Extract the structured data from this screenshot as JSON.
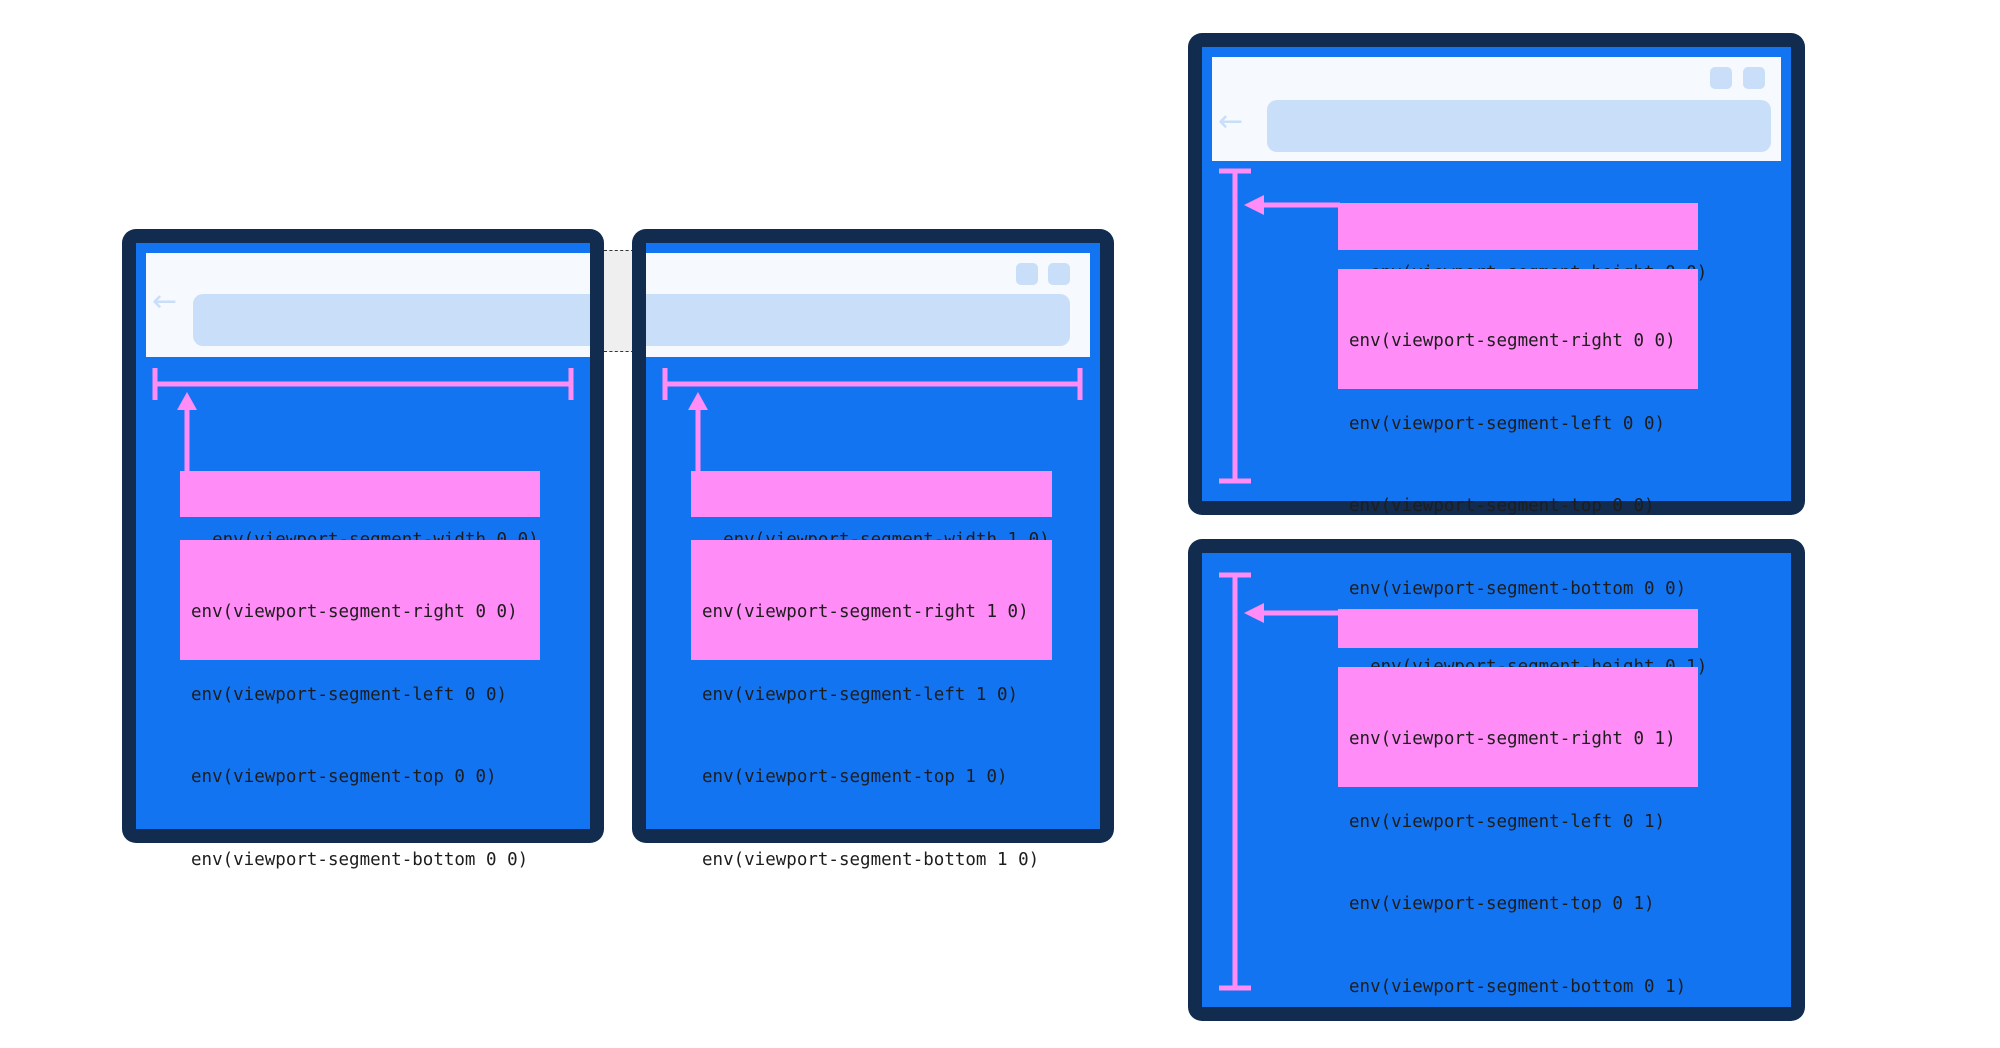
{
  "colors": {
    "device_frame": "#122c4f",
    "screen": "#1374f2",
    "browser_chrome": "#f6f9fd",
    "url_bar": "#c9def8",
    "annotation": "#ff8cf7"
  },
  "icons": {
    "back": "←"
  },
  "left_device": {
    "segment_0_0": {
      "width_label": "env(viewport-segment-width 0 0)",
      "position_labels": [
        "env(viewport-segment-right 0 0)",
        "env(viewport-segment-left 0 0)",
        "env(viewport-segment-top 0 0)",
        "env(viewport-segment-bottom 0 0)"
      ]
    },
    "segment_1_0": {
      "width_label": "env(viewport-segment-width 1 0)",
      "position_labels": [
        "env(viewport-segment-right 1 0)",
        "env(viewport-segment-left 1 0)",
        "env(viewport-segment-top 1 0)",
        "env(viewport-segment-bottom 1 0)"
      ]
    }
  },
  "right_device": {
    "segment_0_0": {
      "height_label": "env(viewport-segment-height 0 0)",
      "position_labels": [
        "env(viewport-segment-right 0 0)",
        "env(viewport-segment-left 0 0)",
        "env(viewport-segment-top 0 0)",
        "env(viewport-segment-bottom 0 0)"
      ]
    },
    "segment_0_1": {
      "height_label": "env(viewport-segment-height 0 1)",
      "position_labels": [
        "env(viewport-segment-right 0 1)",
        "env(viewport-segment-left 0 1)",
        "env(viewport-segment-top 0 1)",
        "env(viewport-segment-bottom 0 1)"
      ]
    }
  }
}
